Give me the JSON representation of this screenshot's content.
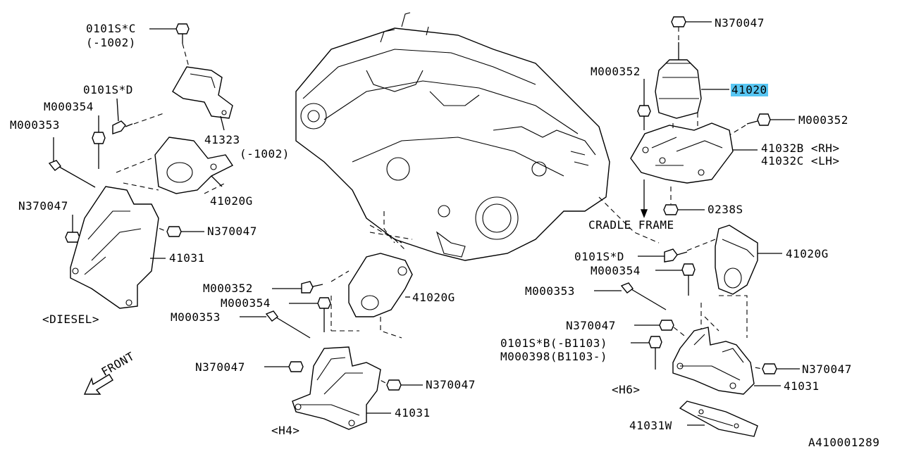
{
  "diagram_id": "A410001289",
  "labels": {
    "l_0101S_C": "0101S*C",
    "l_minus1002_a": "(-1002)",
    "l_0101S_D_a": "0101S*D",
    "l_M000354_a": "M000354",
    "l_M000353_a": "M000353",
    "l_41323": "41323",
    "l_minus1002_b": "(-1002)",
    "l_41020G_a": "41020G",
    "l_N370047_a": "N370047",
    "l_N370047_b": "N370047",
    "l_41031_a": "41031",
    "l_diesel": "<DIESEL>",
    "l_front": "FRONT",
    "l_M000352_a": "M000352",
    "l_M000354_b": "M000354",
    "l_M000353_b": "M000353",
    "l_41020G_b": "41020G",
    "l_N370047_c": "N370047",
    "l_N370047_d": "N370047",
    "l_41031_b": "41031",
    "l_h4": "<H4>",
    "l_N370047_top": "N370047",
    "l_M000352_b": "M000352",
    "l_41020": "41020",
    "l_M000352_c": "M000352",
    "l_41032B": "41032B <RH>",
    "l_41032C": "41032C <LH>",
    "l_0238S": "0238S",
    "l_cradle": "CRADLE FRAME",
    "l_0101S_D_b": "0101S*D",
    "l_M000354_c": "M000354",
    "l_41020G_c": "41020G",
    "l_M000353_c": "M000353",
    "l_N370047_e": "N370047",
    "l_0101S_B": "0101S*B(-B1103)",
    "l_M000398": "M000398(B1103-)",
    "l_N370047_f": "N370047",
    "l_41031_c": "41031",
    "l_h6": "<H6>",
    "l_41031W": "41031W"
  },
  "colors": {
    "highlight": "#58c6f3",
    "ink": "#000000",
    "paper": "#ffffff"
  }
}
